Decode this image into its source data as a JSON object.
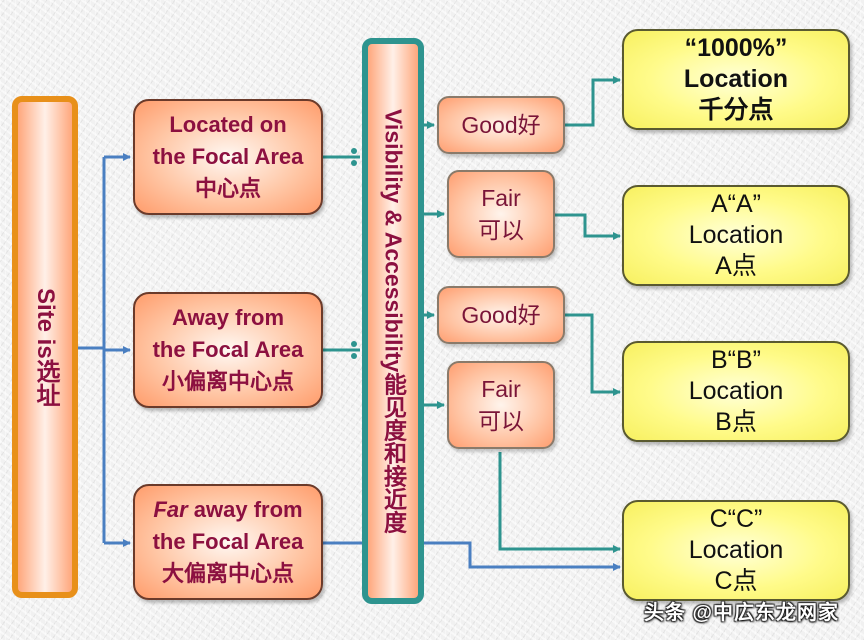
{
  "colors": {
    "site_border": "#e8901a",
    "visibility_border": "#2e948f",
    "text_maroon": "#8c1040",
    "connector_teal": "#2e948f",
    "connector_blue": "#4a7fc1",
    "location_fill": "#fffb8a",
    "rating_fill": "#ffc3a2"
  },
  "site": {
    "label": "Site is选址"
  },
  "focal_boxes": [
    {
      "line1": "Located on",
      "line2": "the Focal Area",
      "line3": "中心点"
    },
    {
      "line1": "Away from",
      "line2": "the Focal Area",
      "line3": "小偏离中心点"
    },
    {
      "line1_italic": "Far",
      "line1_rest": " away from",
      "line2": "the Focal Area",
      "line3": "大偏离中心点"
    }
  ],
  "visibility": {
    "label": "Visibility & Accessibility能见度和接近度"
  },
  "ratings": [
    {
      "line1": "Good好"
    },
    {
      "line1": "Fair",
      "line2": "可以"
    },
    {
      "line1": "Good好"
    },
    {
      "line1": "Fair",
      "line2": "可以"
    }
  ],
  "locations": [
    {
      "line1": "“1000%”",
      "line2": "Location",
      "line3": "千分点"
    },
    {
      "line1": "A“A”",
      "line2": "Location",
      "line3": "A点"
    },
    {
      "line1": "B“B”",
      "line2": "Location",
      "line3": "B点"
    },
    {
      "line1": "C“C”",
      "line2": "Location",
      "line3": "C点"
    }
  ],
  "watermark": "头条 @中広东龙网家"
}
